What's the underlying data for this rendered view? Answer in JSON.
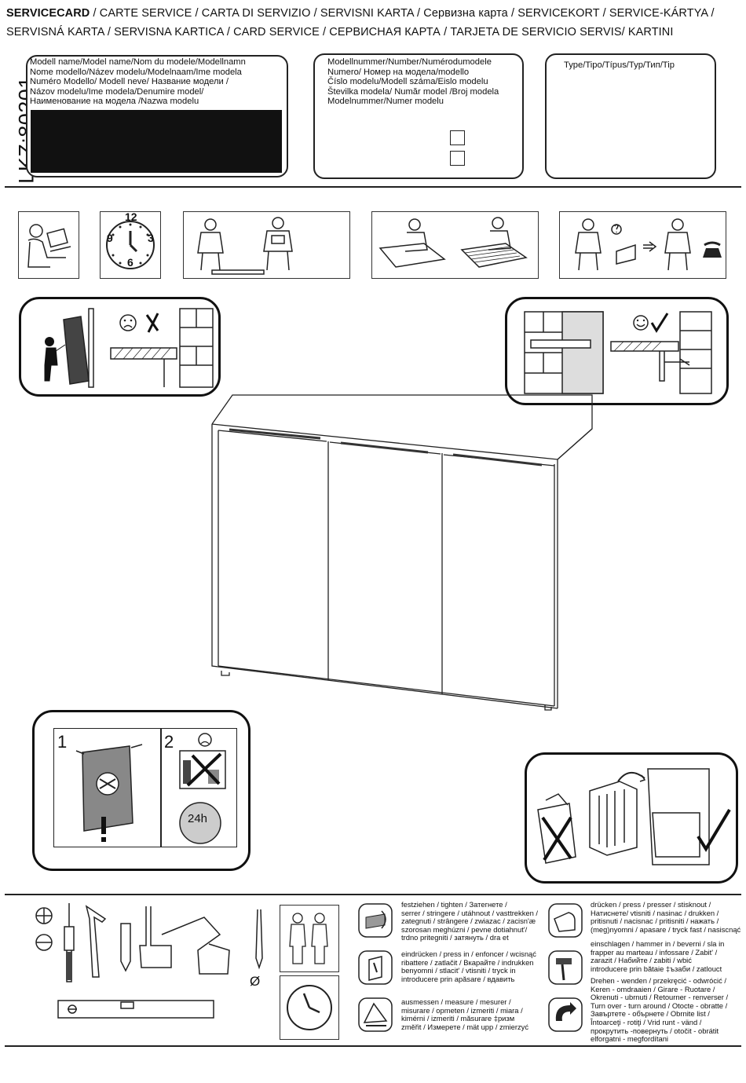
{
  "header": {
    "line1_bold": "SERVICECARD",
    "line1_rest": " / CARTE SERVICE / CARTA DI SERVIZIO / SERVISNI KARTA / Сервизна карта / SERVICEKORT / SERVICE-KÁRTYA /",
    "line2": "SERVISNÁ KARTA / SERVISNA KARTICA / CARD SERVICE / СЕРВИСНАЯ КАРТА / TARJETA DE SERVICIO SERVIS/ KARTINI"
  },
  "lkz": "LKZ:80201",
  "model_name_box": {
    "label": "Modell name/Model name/Nom du modele/Modellnamn\n Nome modello/Název modelu/Modelnaam/Ime modela\n Numéro Modello/ Modell neve/    Название модели /\n Názov modelu/Ime modela/Denumire model/\n Наименование на модела /Nazwa modelu"
  },
  "model_number_box": {
    "label": "Modellnummer/Number/Numérodumodele\nNumero/    Номер на модела/modello\nČíslo modelu/Modell száma/Eislo modelu\nŠtevilka modela/  Număr model /Broj modela\nModelnummer/Numer modelu"
  },
  "type_box": {
    "label": "Type/Tipo/Típus/Typ/Тип/Tip"
  },
  "icons": {
    "clock_numbers": [
      "12",
      "3",
      "6",
      "9"
    ],
    "dry_time": "24h",
    "step1": "1",
    "step2": "2",
    "diameter": "Ø"
  },
  "legend": {
    "tighten": "festziehen / tighten / Затегнете /\nserrer / stringere / utáhnout / vasttrekken /\nzategnuti / strângere / zwiazac / zacisn'æ\nszorosan meghúzni / pevne dotiahnut'/\ntrdno pritegniti / затянуть / dra et",
    "press_in": "eindrücken / press in / enfoncer / wcisnąć\nribattere / zatlačit / Вкарайте / indrukken\nbenyomni / stlacit' / vtisniti / tryck in\nintroducere prin apăsare / вдавить",
    "measure": "ausmessen / measure / mesurer /\nmisurare / opmeten / izmeriti / miara /\nkimérni / izmeriti / măsurare ‡ризм\nzměřit / Измерете / mät upp / zmierzyć",
    "press": "drücken / press / presser / stisknout /\nНатиснете/ vtisniti / nasinac / drukken /\npritisnuti / nacisnac / pritisniti / нажать /\n(meg)nyomni / apasare / tryck fast / nasiscnąć",
    "hammer": "einschlagen / hammer in / beverni / sla in\nfrapper au marteau / infossare / Zabit' /\nzarazit / Набийте / zabiti / wbić\nintroducere prin bătaie ‡ъзаби   / zatlouct",
    "turn": "Drehen - wenden / przekręcić - odwrócić /\nKeren - omdraaien / Girare - Ruotare /\nOkrenuti - ubrnuti / Retourner - renverser /\nTurn over - turn around / Otocte - obratte /\nЗавъртете - обърнете / Obrnite list /\nÎntoarceţi - rotiţi / Vrid runt - vänd /\nпрокрутить -повернуть  / otočit - obrátit\nelforgatni - megfordítani"
  }
}
